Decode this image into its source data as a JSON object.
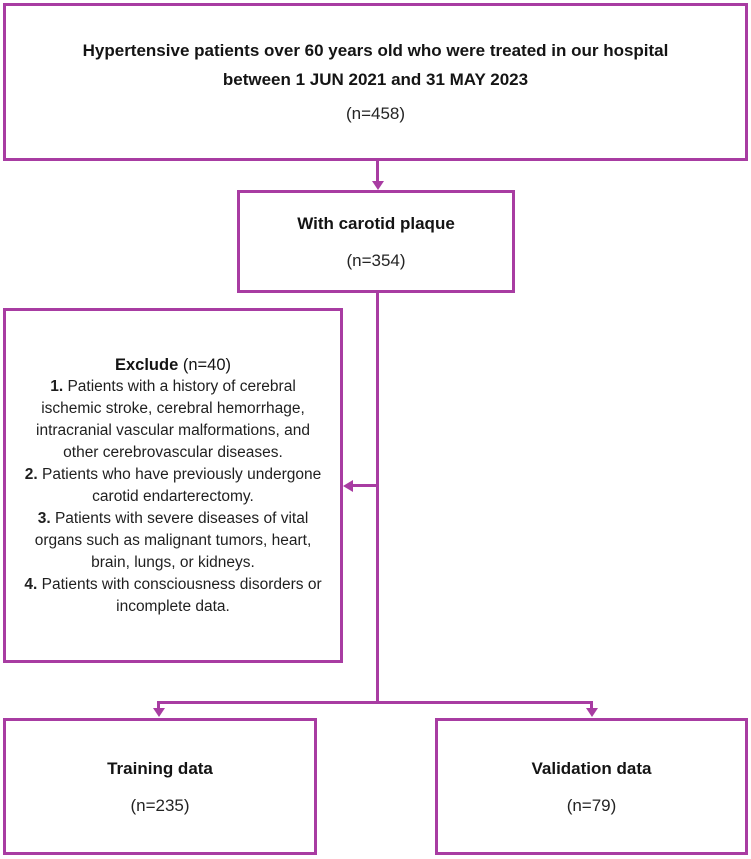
{
  "palette": {
    "line_color": "#a83ca2",
    "text_color": "#1c1c1c",
    "background": "#ffffff"
  },
  "flow": {
    "top_box": {
      "heading_line1": "Hypertensive patients over 60 years old who were treated in our hospital",
      "heading_line2": "between 1 JUN 2021 and 31 MAY 2023",
      "count": "(n=458)"
    },
    "carotid_box": {
      "heading": "With carotid plaque",
      "count": "(n=354)"
    },
    "exclude_box": {
      "heading": "Exclude",
      "count": "(n=40)",
      "items": [
        {
          "num": "1.",
          "text": "Patients with a history of cerebral ischemic stroke, cerebral hemorrhage, intracranial vascular malformations, and other cerebrovascular diseases."
        },
        {
          "num": "2.",
          "text": "Patients who have previously undergone carotid endarterectomy."
        },
        {
          "num": "3.",
          "text": "Patients with severe diseases of vital organs such as malignant tumors, heart, brain, lungs, or kidneys."
        },
        {
          "num": "4.",
          "text": "Patients with consciousness disorders or incomplete data."
        }
      ]
    },
    "training_box": {
      "heading": "Training data",
      "count": "(n=235)"
    },
    "validation_box": {
      "heading": "Validation data",
      "count": "(n=79)"
    }
  }
}
